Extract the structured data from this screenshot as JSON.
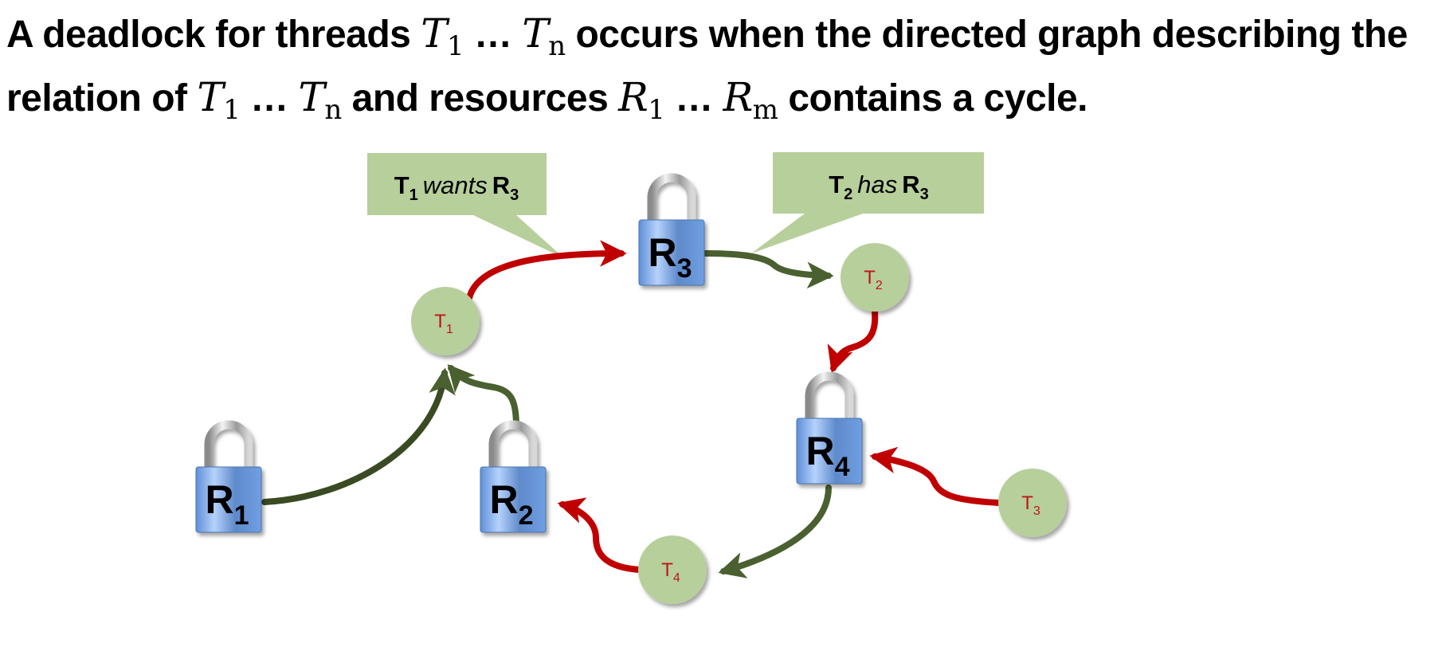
{
  "title": {
    "line1": {
      "pre": "A deadlock for threads ",
      "t_first": "T",
      "t_first_sub": "1",
      "ellipsis": " … ",
      "t_last": "T",
      "t_last_sub": "n",
      "post": " occurs when the directed graph describing the"
    },
    "line2": {
      "pre": "relation of ",
      "t_first": "T",
      "t_first_sub": "1",
      "ellipsis1": " … ",
      "t_last": "T",
      "t_last_sub": "n",
      "mid": " and resources ",
      "r_first": "R",
      "r_first_sub": "1",
      "ellipsis2": " … ",
      "r_last": "R",
      "r_last_sub": "m",
      "post": " contains a cycle."
    }
  },
  "colors": {
    "wants_edge": "#c00000",
    "has_edge": "#4a6030",
    "thread_fill": "#b7cf9b",
    "callout_fill": "#b7cf9b",
    "lock_body": "#6d9be0",
    "thread_label": "#c0151b"
  },
  "callouts": [
    {
      "subject": "T",
      "subject_sub": "1",
      "verb": "wants",
      "object": "R",
      "object_sub": "3"
    },
    {
      "subject": "T",
      "subject_sub": "2",
      "verb": "has",
      "object": "R",
      "object_sub": "3"
    }
  ],
  "resources": [
    {
      "id": "R1",
      "letter": "R",
      "sub": "1"
    },
    {
      "id": "R2",
      "letter": "R",
      "sub": "2"
    },
    {
      "id": "R3",
      "letter": "R",
      "sub": "3"
    },
    {
      "id": "R4",
      "letter": "R",
      "sub": "4"
    }
  ],
  "threads": [
    {
      "id": "T1",
      "letter": "T",
      "sub": "1"
    },
    {
      "id": "T2",
      "letter": "T",
      "sub": "2"
    },
    {
      "id": "T3",
      "letter": "T",
      "sub": "3"
    },
    {
      "id": "T4",
      "letter": "T",
      "sub": "4"
    }
  ],
  "edges": [
    {
      "from": "T1",
      "to": "R3",
      "kind": "wants"
    },
    {
      "from": "R3",
      "to": "T2",
      "kind": "has"
    },
    {
      "from": "T2",
      "to": "R4",
      "kind": "wants"
    },
    {
      "from": "T3",
      "to": "R4",
      "kind": "wants"
    },
    {
      "from": "R4",
      "to": "T4",
      "kind": "has"
    },
    {
      "from": "T4",
      "to": "R2",
      "kind": "wants"
    },
    {
      "from": "R2",
      "to": "T1",
      "kind": "has"
    },
    {
      "from": "R1",
      "to": "T1",
      "kind": "has"
    }
  ]
}
